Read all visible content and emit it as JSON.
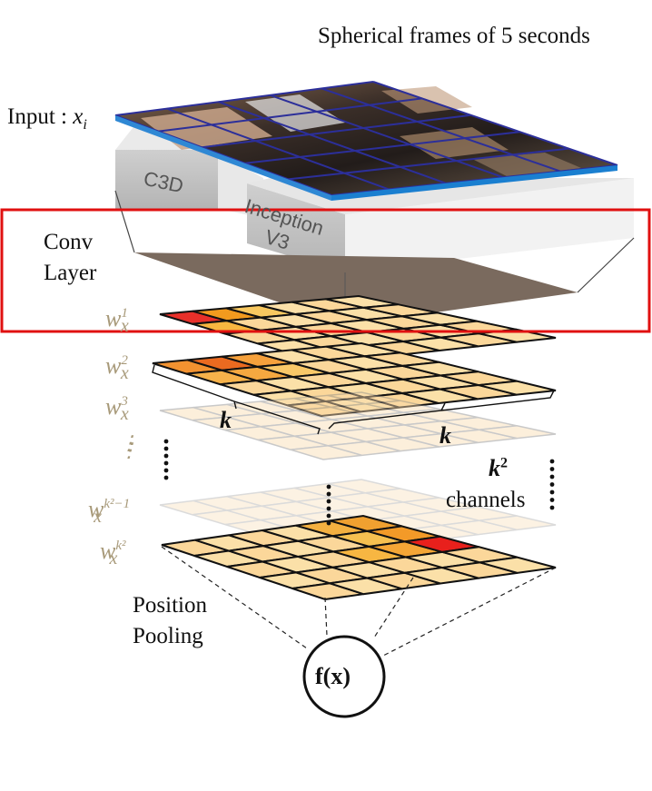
{
  "title": "Spherical frames of 5 seconds",
  "input_label": {
    "text": "Input : ",
    "var": "x",
    "sub": "i"
  },
  "nets": [
    {
      "label": "C3D"
    },
    {
      "label_line1": "Inception",
      "label_line2": "V3"
    }
  ],
  "conv_label": {
    "line1": "Conv",
    "line2": "Layer"
  },
  "weights": [
    {
      "base": "w",
      "sub": "x",
      "sup": "1"
    },
    {
      "base": "w",
      "sub": "x",
      "sup": "2"
    },
    {
      "base": "w",
      "sub": "x",
      "sup": "3"
    },
    {
      "base": "w",
      "sub": "x",
      "sup": "k²−1"
    },
    {
      "base": "w",
      "sub": "x",
      "sup": "k²"
    }
  ],
  "k_labels": [
    "k",
    "k"
  ],
  "channels": {
    "sym": "k",
    "sup": "2",
    "text": "channels"
  },
  "pooling_label": {
    "line1": "Position",
    "line2": "Pooling"
  },
  "output": {
    "text": "f(x)"
  },
  "colors": {
    "highlight_box": "#e01010",
    "conv_layer": "#7a6a5e",
    "input_grid": "#2c2f9a",
    "input_edge": "#1a7fd0",
    "weight_label": "#a89a7a"
  }
}
